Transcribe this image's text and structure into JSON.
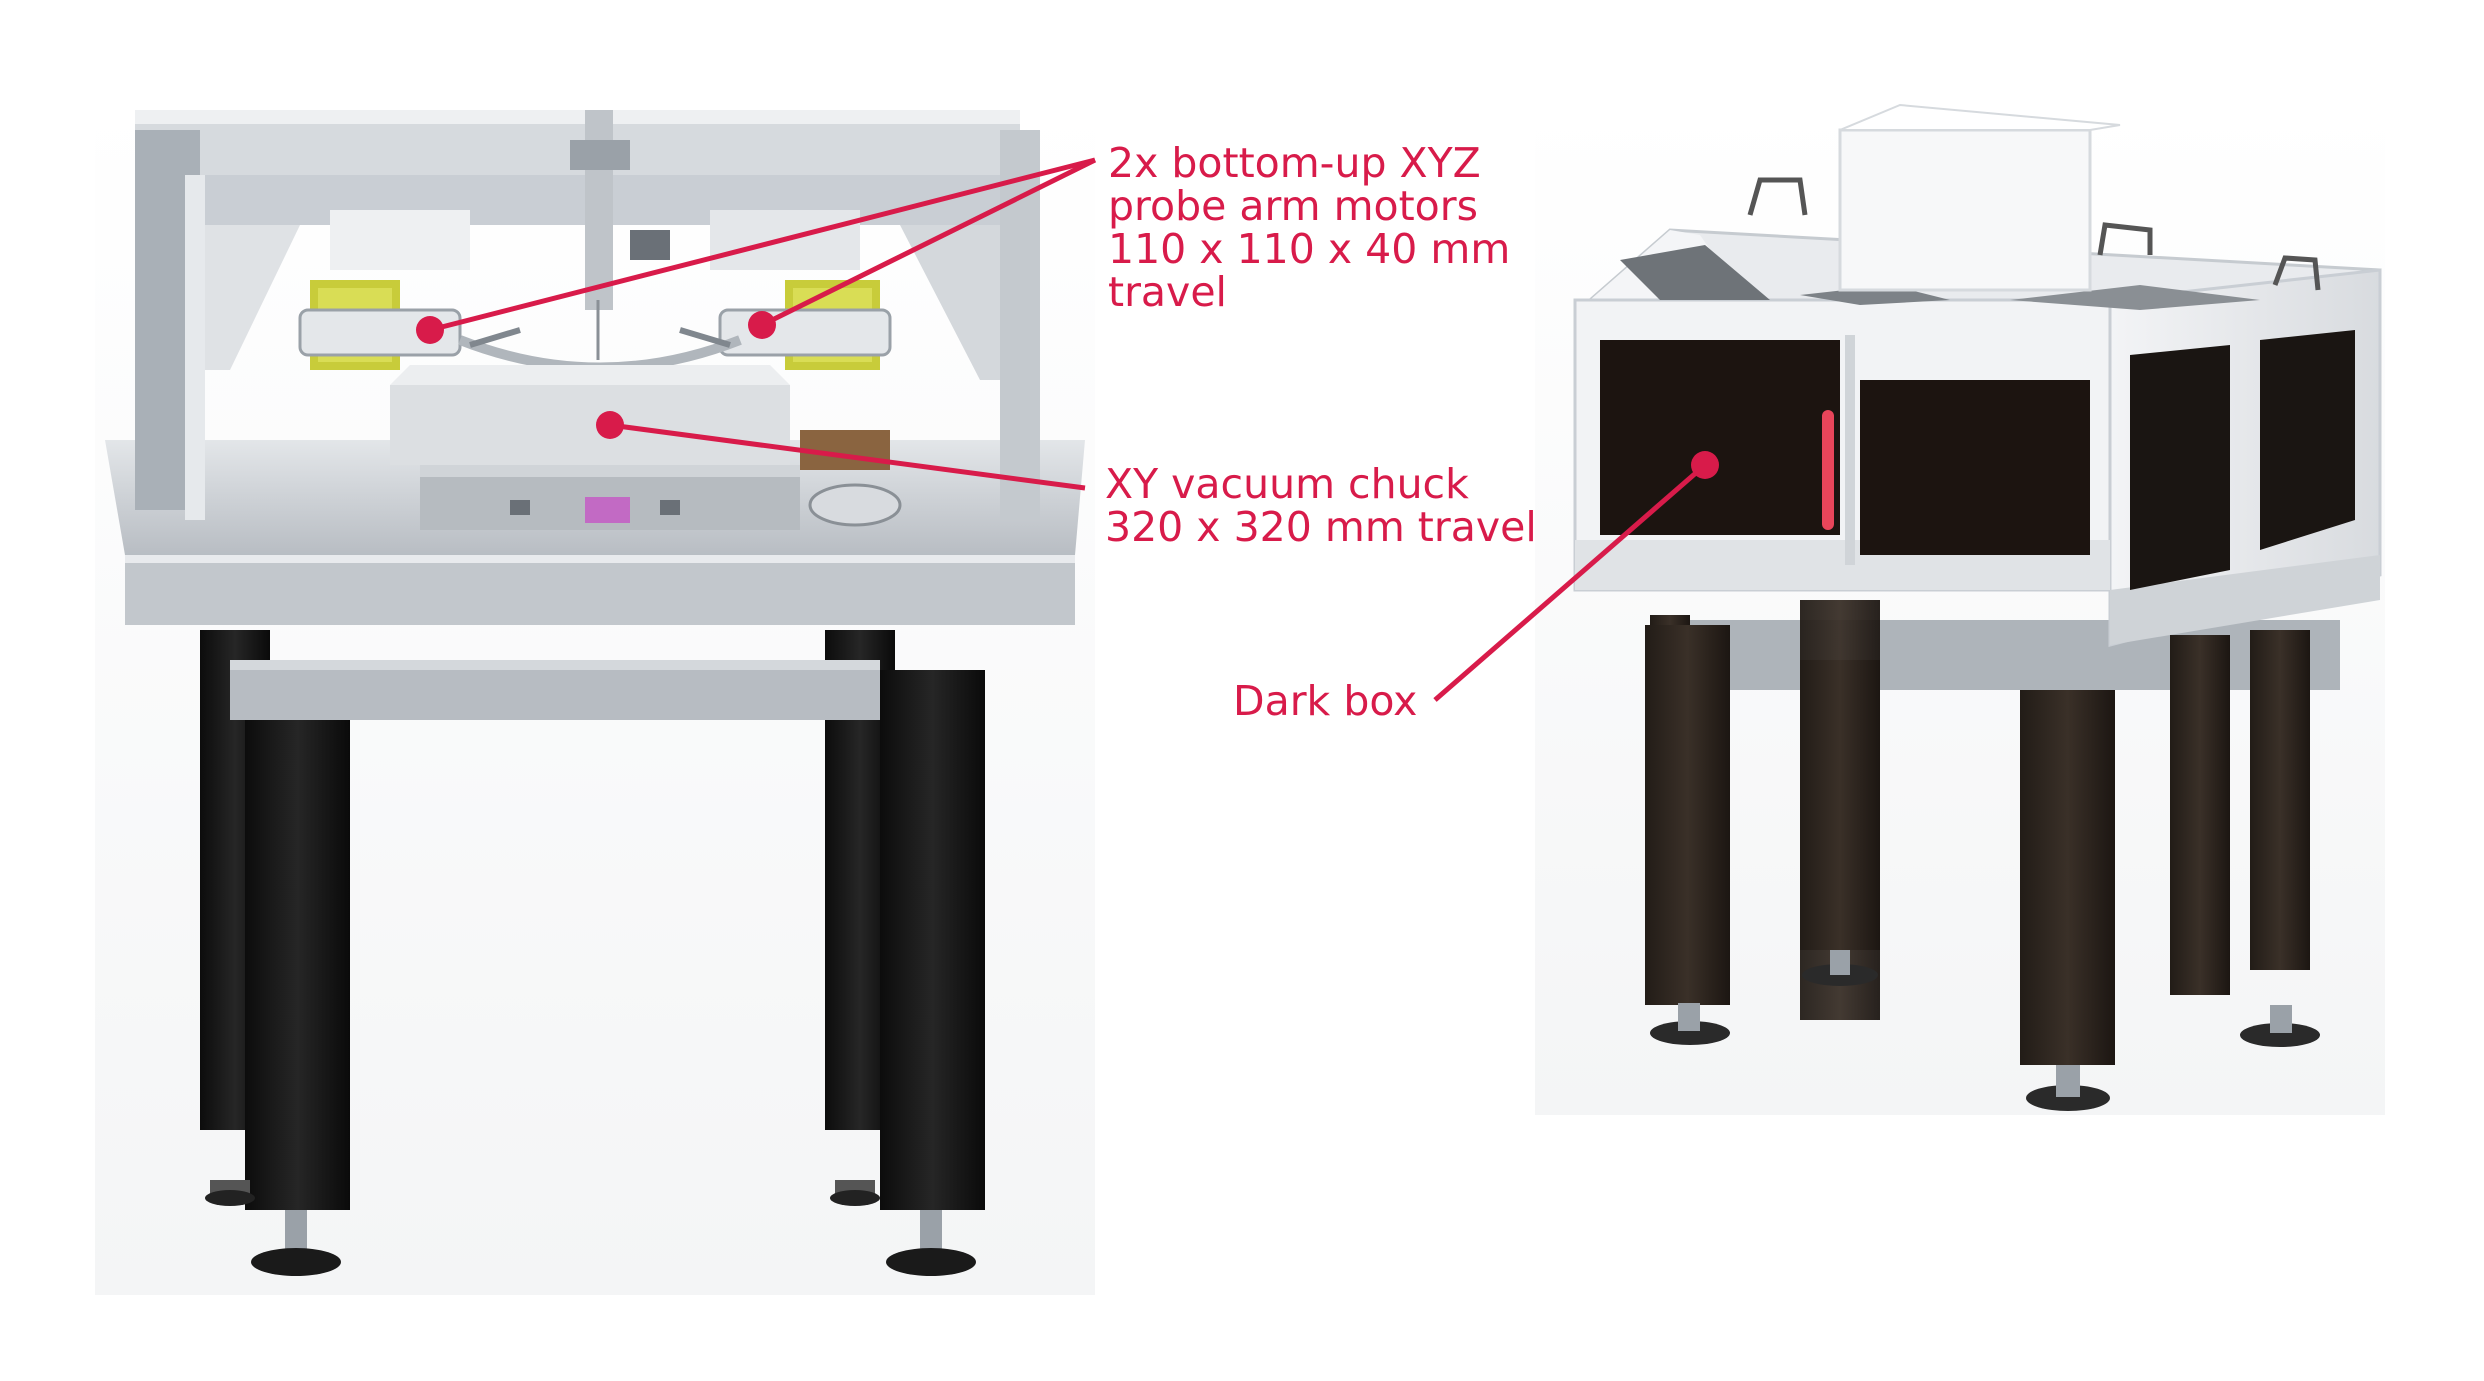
{
  "callouts": {
    "probe_motors": {
      "lines": [
        "2x bottom-up XYZ",
        "probe arm motors",
        "110 x 110 x 40 mm",
        "travel"
      ]
    },
    "vacuum_chuck": {
      "lines": [
        "XY vacuum chuck",
        "320 x 320 mm travel"
      ]
    },
    "dark_box": {
      "lines": [
        "Dark box"
      ]
    }
  },
  "colors": {
    "callout": "#d81b4a",
    "frame": "#c9ced4",
    "frame_light": "#e6e9ec",
    "frame_dark": "#9aa1a8",
    "leg": "#1a1a1a",
    "leg_brown": "#2e2620",
    "window": "#1c1410",
    "motor_yellow": "#c8cc3a",
    "chuck": "#d9dcdf",
    "magenta_part": "#c26ac4"
  }
}
